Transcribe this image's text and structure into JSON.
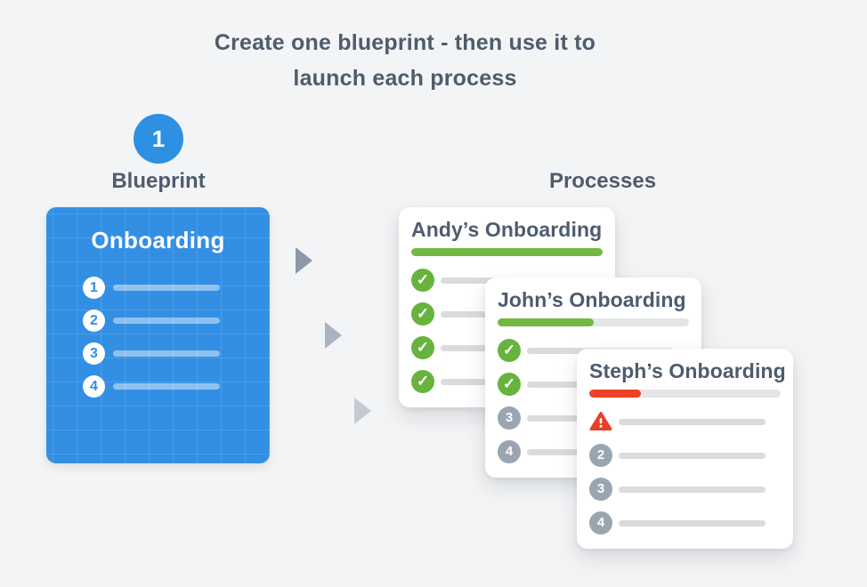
{
  "title": {
    "line1": "Create one blueprint - then use it to",
    "line2": "launch each process"
  },
  "blueprint": {
    "step_badge": "1",
    "heading": "Blueprint",
    "card_title": "Onboarding",
    "card_color": "#338fe3",
    "steps": [
      {
        "number": "1"
      },
      {
        "number": "2"
      },
      {
        "number": "3"
      },
      {
        "number": "4"
      }
    ]
  },
  "arrows": [
    {
      "name": "arrow-right-1",
      "color": "#8c99a9"
    },
    {
      "name": "arrow-right-2",
      "color": "#aab3c0"
    },
    {
      "name": "arrow-right-3",
      "color": "#c4cbd4"
    }
  ],
  "processes": {
    "heading": "Processes",
    "cards": [
      {
        "title": "Andy’s Onboarding",
        "progress_percent": 100,
        "bar_color": "#72b843",
        "rows": [
          {
            "icon": "check"
          },
          {
            "icon": "check"
          },
          {
            "icon": "check"
          },
          {
            "icon": "check"
          }
        ]
      },
      {
        "title": "John’s Onboarding",
        "progress_percent": 50,
        "bar_color": "#72b843",
        "rows": [
          {
            "icon": "check"
          },
          {
            "icon": "check"
          },
          {
            "icon": "number",
            "number": "3"
          },
          {
            "icon": "number",
            "number": "4"
          }
        ]
      },
      {
        "title": "Steph’s Onboarding",
        "progress_percent": 27,
        "bar_color": "#ee4125",
        "rows": [
          {
            "icon": "warning"
          },
          {
            "icon": "number",
            "number": "2"
          },
          {
            "icon": "number",
            "number": "3"
          },
          {
            "icon": "number",
            "number": "4"
          }
        ]
      }
    ]
  },
  "icons": {
    "check_glyph": "✓"
  },
  "colors": {
    "background": "#f3f4f5",
    "heading_text": "#4e5c6d",
    "step_circle_blue": "#2e90e2",
    "check_green": "#67b33e",
    "warning_red": "#e84026",
    "number_gray": "#9aa5b2",
    "progress_track": "#e4e5e7",
    "task_line_gray": "#d9dbdd"
  }
}
